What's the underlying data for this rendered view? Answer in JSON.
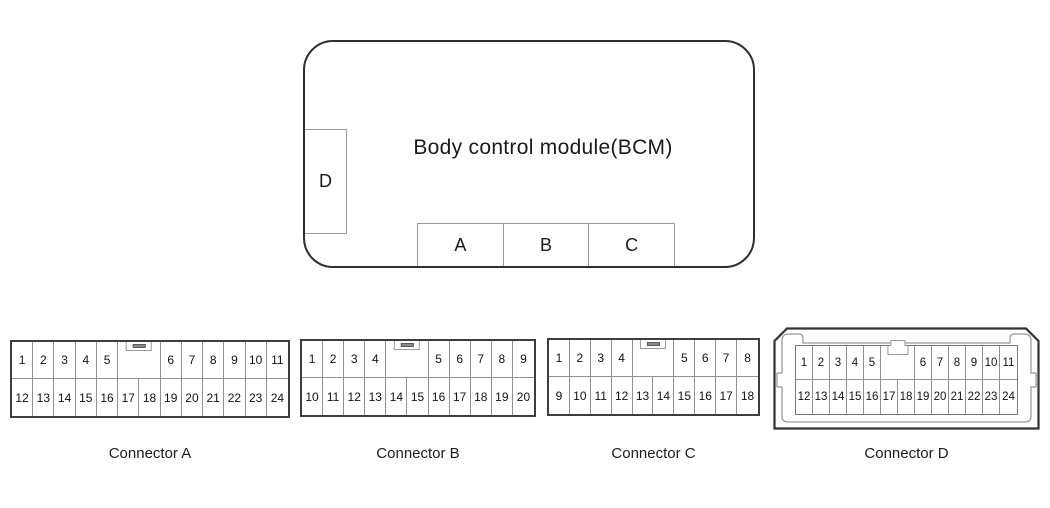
{
  "bcm": {
    "title": "Body control module(BCM)",
    "side_connector_label": "D",
    "bottom_connector_labels": [
      "A",
      "B",
      "C"
    ]
  },
  "connectors": [
    {
      "id": "A",
      "label": "Connector A",
      "columns": 13,
      "gap_span": 2,
      "key": "bar",
      "top_pins_left": [
        "1",
        "2",
        "3",
        "4",
        "5"
      ],
      "top_pins_right": [
        "6",
        "7",
        "8",
        "9",
        "10",
        "11"
      ],
      "bottom_pins": [
        "12",
        "13",
        "14",
        "15",
        "16",
        "17",
        "18",
        "19",
        "20",
        "21",
        "22",
        "23",
        "24"
      ]
    },
    {
      "id": "B",
      "label": "Connector B",
      "columns": 11,
      "gap_span": 2,
      "key": "bar",
      "top_pins_left": [
        "1",
        "2",
        "3",
        "4"
      ],
      "top_pins_right": [
        "5",
        "6",
        "7",
        "8",
        "9"
      ],
      "bottom_pins": [
        "10",
        "11",
        "12",
        "13",
        "14",
        "15",
        "16",
        "17",
        "18",
        "19",
        "20"
      ]
    },
    {
      "id": "C",
      "label": "Connector C",
      "columns": 10,
      "gap_span": 2,
      "key": "bar",
      "top_pins_left": [
        "1",
        "2",
        "3",
        "4"
      ],
      "top_pins_right": [
        "5",
        "6",
        "7",
        "8"
      ],
      "bottom_pins": [
        "9",
        "10",
        "11",
        "12",
        "13",
        "14",
        "15",
        "16",
        "17",
        "18"
      ]
    },
    {
      "id": "D",
      "label": "Connector D",
      "columns": 13,
      "gap_span": 2,
      "key": "nub",
      "top_pins_left": [
        "1",
        "2",
        "3",
        "4",
        "5"
      ],
      "top_pins_right": [
        "6",
        "7",
        "8",
        "9",
        "10",
        "11"
      ],
      "bottom_pins": [
        "12",
        "13",
        "14",
        "15",
        "16",
        "17",
        "18",
        "19",
        "20",
        "21",
        "22",
        "23",
        "24"
      ]
    }
  ]
}
